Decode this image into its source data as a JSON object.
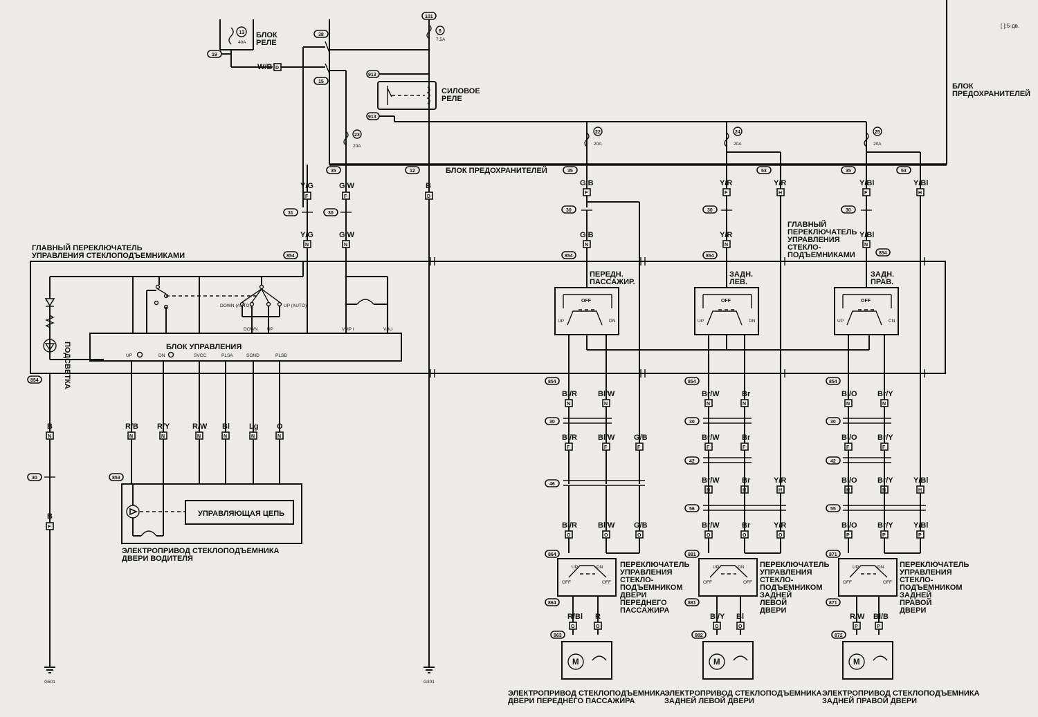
{
  "header": {
    "note": "[ ]:5-дв."
  },
  "labels": {
    "relay_box": [
      "БЛОК",
      "РЕЛЕ"
    ],
    "power_relay": [
      "СИЛОВОЕ",
      "РЕЛЕ"
    ],
    "fuse_box_right": [
      "БЛОК",
      "ПРЕДОХРАНИТЕЛЕЙ"
    ],
    "fuse_box_bus": "БЛОК ПРЕДОХРАНИТЕЛЕЙ",
    "main_switch_left": [
      "ГЛАВНЫЙ ПЕРЕКЛЮЧАТЕЛЬ",
      "УПРАВЛЕНИЯ СТЕКЛОПОДЪЕМНИКАМИ"
    ],
    "main_switch_right": [
      "ГЛАВНЫЙ",
      "ПЕРЕКЛЮЧАТЕЛЬ",
      "УПРАВЛЕНИЯ",
      "СТЕКЛО-",
      "ПОДЪЕМНИКАМИ"
    ],
    "backlight": "ПОДСВЕТКА",
    "control_unit": "БЛОК УПРАВЛЕНИЯ",
    "control_circuit": "УПРАВЛЯЮЩАЯ ЦЕПЬ",
    "driver_motor": [
      "ЭЛЕКТРОПРИВОД СТЕКЛОПОДЪЕМНИКА",
      "ДВЕРИ ВОДИТЕЛЯ"
    ],
    "sw_front_pass": [
      "ПЕРЕДН.",
      "ПАССАЖИР."
    ],
    "sw_rear_left": [
      "ЗАДН.",
      "ЛЕВ."
    ],
    "sw_rear_right": [
      "ЗАДН.",
      "ПРАВ."
    ],
    "door_sw_fp": [
      "ПЕРЕКЛЮЧАТЕЛЬ",
      "УПРАВЛЕНИЯ",
      "СТЕКЛО-",
      "ПОДЪЕМНИКОМ",
      "ДВЕРИ",
      "ПЕРЕДНЕГО",
      "ПАССАЖИРА"
    ],
    "door_sw_rl": [
      "ПЕРЕКЛЮЧАТЕЛЬ",
      "УПРАВЛЕНИЯ",
      "СТЕКЛО-",
      "ПОДЪЕМНИКОМ",
      "ЗАДНЕЙ",
      "ЛЕВОЙ",
      "ДВЕРИ"
    ],
    "door_sw_rr": [
      "ПЕРЕКЛЮЧАТЕЛЬ",
      "УПРАВЛЕНИЯ",
      "СТЕКЛО-",
      "ПОДЪЕМНИКОМ",
      "ЗАДНЕЙ",
      "ПРАВОЙ",
      "ДВЕРИ"
    ],
    "motor_fp": [
      "ЭЛЕКТРОПРИВОД СТЕКЛОПОДЪЕМНИКА",
      "ДВЕРИ ПЕРЕДНЕГО ПАССАЖИРА"
    ],
    "motor_rl": [
      "ЭЛЕКТРОПРИВОД СТЕКЛОПОДЪЕМНИКА",
      "ЗАДНЕЙ ЛЕВОЙ ДВЕРИ"
    ],
    "motor_rr": [
      "ЭЛЕКТРОПРИВОД СТЕКЛОПОДЪЕМНИКА",
      "ЗАДНЕЙ ПРАВОЙ ДВЕРИ"
    ]
  },
  "fuses": {
    "f13": {
      "num": "13",
      "rating": "40A"
    },
    "f6": {
      "num": "6",
      "rating": "7.5A"
    },
    "f23": {
      "num": "23",
      "rating": "20A"
    },
    "f22": {
      "num": "22",
      "rating": "20A"
    },
    "f24": {
      "num": "24",
      "rating": "20A"
    },
    "f25": {
      "num": "25",
      "rating": "20A"
    }
  },
  "grounds": {
    "g501": "G501",
    "g301": "G301"
  },
  "terms": {
    "up_auto": "UP (AUTO)",
    "down_auto": "DOWN (AUTO)",
    "down": "DOWN",
    "up": "UP",
    "vmp": "VMP I",
    "vbu": "VBU",
    "pins": [
      "UP",
      "DN",
      "SVCC",
      "PLSA",
      "SGND",
      "PLSB"
    ],
    "off": "OFF",
    "sw_up": "UP",
    "sw_dn": "DN",
    "sw_cn": "CN",
    "motor": "M"
  },
  "wires": {
    "wb": "W/B",
    "yg": "Y/G",
    "gw": "G/W",
    "b": "B",
    "gb": "G/B",
    "yr": "Y/R",
    "ybl": "Y/Bl",
    "driver": [
      "R/B",
      "R/Y",
      "R/W",
      "Bl",
      "Lg",
      "O"
    ],
    "blr": "Bl/R",
    "blw": "Bl/W",
    "brw": "Br/W",
    "br": "Br",
    "blo": "Bl/O",
    "bry": "Br/Y",
    "rbl": "R/Bl",
    "r": "R",
    "bly": "Bl/Y",
    "bl": "Bl",
    "rw": "R/W",
    "blb": "Bl/B"
  },
  "connector_letters": {
    "d": "D",
    "f": "F",
    "n": "N",
    "h": "H",
    "o": "O",
    "p": "P"
  },
  "connector_ids": {
    "c13": "13",
    "c101": "101",
    "c38": "38",
    "c19": "19",
    "c15": "15",
    "c913": "913",
    "c35": "35",
    "c12": "12",
    "c53": "53",
    "c31": "31",
    "c30": "30",
    "c854": "854",
    "c853": "853",
    "c46": "46",
    "c42": "42",
    "c56": "56",
    "c55": "55",
    "c864": "864",
    "c881": "881",
    "c871": "871",
    "c863": "863",
    "c882": "882",
    "c872": "872"
  }
}
